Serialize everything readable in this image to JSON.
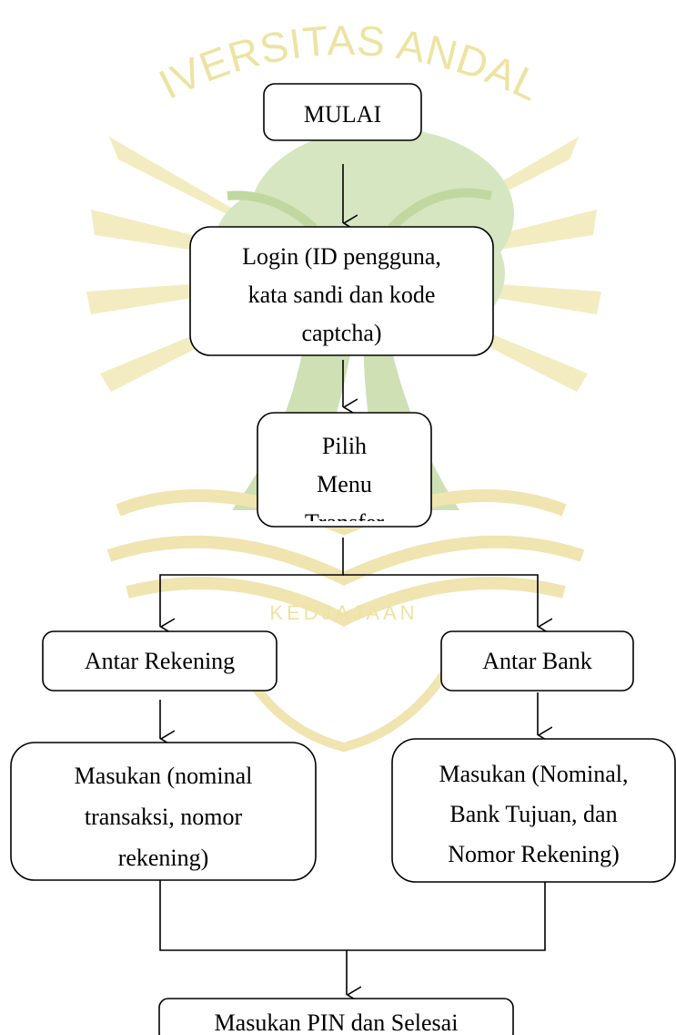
{
  "watermark": {
    "university": "UNIVERSITAS ANDALAS",
    "motto": "KEDJAJAAN"
  },
  "colors": {
    "watermark_yellow": "#ede3a2",
    "watermark_green": "#c9dfb0",
    "line": "#000000",
    "box_fill": "#ffffff"
  },
  "nodes": [
    {
      "id": "mulai",
      "lines": [
        "MULAI"
      ]
    },
    {
      "id": "login",
      "lines": [
        "Login (ID pengguna,",
        "kata sandi dan kode",
        "captcha)"
      ]
    },
    {
      "id": "pilih-menu",
      "lines": [
        "Pilih",
        "Menu",
        "Transfer"
      ]
    },
    {
      "id": "antar-rekening",
      "lines": [
        "Antar Rekening"
      ]
    },
    {
      "id": "antar-bank",
      "lines": [
        "Antar Bank"
      ]
    },
    {
      "id": "masukan-rekening",
      "lines": [
        "Masukan (nominal",
        "transaksi, nomor",
        "rekening)"
      ]
    },
    {
      "id": "masukan-bank",
      "lines": [
        "Masukan (Nominal,",
        "Bank Tujuan, dan",
        "Nomor Rekening)"
      ]
    },
    {
      "id": "selesai",
      "lines": [
        "Masukan PIN dan Selesai"
      ]
    }
  ],
  "edges": [
    {
      "from": "mulai",
      "to": "login"
    },
    {
      "from": "login",
      "to": "pilih-menu"
    },
    {
      "from": "pilih-menu",
      "to": "antar-rekening"
    },
    {
      "from": "pilih-menu",
      "to": "antar-bank"
    },
    {
      "from": "antar-rekening",
      "to": "masukan-rekening"
    },
    {
      "from": "antar-bank",
      "to": "masukan-bank"
    },
    {
      "from": "masukan-rekening",
      "to": "selesai"
    },
    {
      "from": "masukan-bank",
      "to": "selesai"
    }
  ]
}
